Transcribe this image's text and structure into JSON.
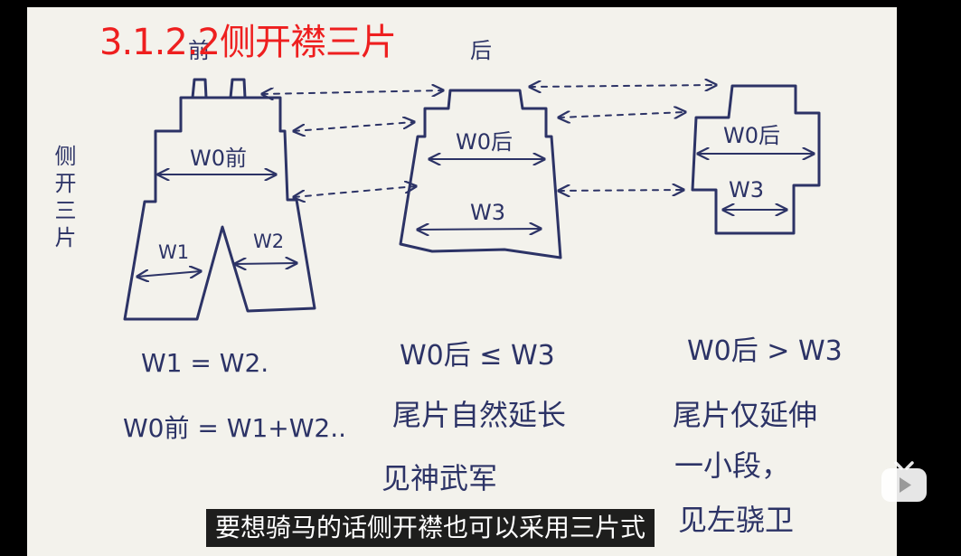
{
  "video": {
    "title": "3.1.2.2侧开襟三片",
    "subtitle": "要想骑马的话侧开襟也可以采用三片式",
    "title_color": "#ee1f1f",
    "ink_color": "#2c3366",
    "paper_color": "#f3f2ec"
  },
  "sketch": {
    "side_label": "侧开三片",
    "front_view_label": "前",
    "back_view_label": "后",
    "front_piece": {
      "waist_label": "W0前",
      "left_leg_label": "W1",
      "right_leg_label": "W2"
    },
    "back_piece_a": {
      "waist_label": "W0后",
      "hem_label": "W3"
    },
    "back_piece_b": {
      "waist_label": "W0后",
      "hem_label": "W3"
    },
    "notes": {
      "front_rule_1": "W1 = W2.",
      "front_rule_2": "W0前 = W1+W2..",
      "case_a_rule": "W0后 ≤ W3",
      "case_a_desc": "尾片自然延长",
      "case_a_example": "见神武军",
      "case_b_rule": "W0后 > W3",
      "case_b_desc_1": "尾片仅延伸",
      "case_b_desc_2": "一小段，",
      "case_b_example": "见左骁卫"
    }
  },
  "player": {
    "logo_icon": "bilibili-tv-icon"
  }
}
